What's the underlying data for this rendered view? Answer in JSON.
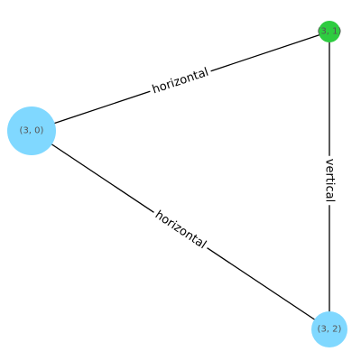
{
  "graph": {
    "nodes": [
      {
        "id": "n30",
        "label": "(3, 0)",
        "color": "#80d8ff"
      },
      {
        "id": "n31",
        "label": "(3, 1)",
        "color": "#2ecc40"
      },
      {
        "id": "n32",
        "label": "(3, 2)",
        "color": "#80d8ff"
      }
    ],
    "edges": [
      {
        "from": "n30",
        "to": "n31",
        "label": "horizontal"
      },
      {
        "from": "n30",
        "to": "n32",
        "label": "horizontal"
      },
      {
        "from": "n31",
        "to": "n32",
        "label": "vertical"
      }
    ]
  }
}
